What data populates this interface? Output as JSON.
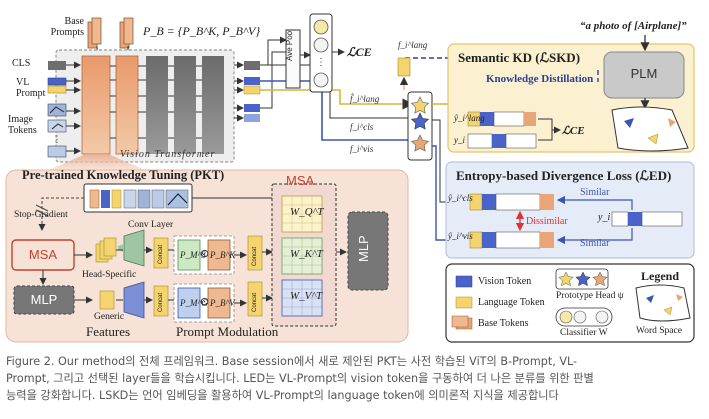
{
  "figure": {
    "base_prompts_label": "Base\nPrompts",
    "pb_formula": "P_B = {P_B^K, P_B^V}",
    "inputs": {
      "cls": "CLS",
      "vl_prompt": "VL\nPrompt",
      "image_tokens": "Image\nTokens"
    },
    "vision_transformer": "Vision Transformer",
    "ave_pool": "Ave Pool",
    "loss_ce": "ℒCE",
    "f_lang": "f_i^lang",
    "f_lang_hat": "f̂_i^lang",
    "f_cls": "f_i^cls",
    "f_vis": "f_i^vis",
    "semantic_kd": {
      "quote": "“a photo of [Airplane]”",
      "title": "Semantic KD (ℒSKD)",
      "plm": "PLM",
      "knowledge_distillation": "Knowledge Distillation",
      "y_hat_lang": "ŷ_i^lang",
      "y_i": "y_i",
      "loss_ce": "ℒCE"
    },
    "entropy": {
      "title": "Entropy-based Divergence Loss (ℒED)",
      "y_hat_cls": "ŷ_i^cls",
      "y_hat_vis": "ŷ_i^vis",
      "y_i": "y_i",
      "similar_top": "Similar",
      "similar_bottom": "Similar",
      "dissimilar": "Dissimilar"
    },
    "pkt": {
      "title": "Pre-trained Knowledge Tuning (PKT)",
      "stop_gradient": "Stop-Gradient",
      "msa": "MSA",
      "mlp": "MLP",
      "conv_layer": "Conv Layer",
      "head_specific": "Head-Specific",
      "generic": "Generic",
      "features": "Features",
      "prompt_modulation": "Prompt Modulation",
      "concat": "Concat",
      "pm_s": "P_M^S",
      "pb_k": "P_B^K",
      "pm_g": "P_M^G",
      "pb_v": "P_B^V",
      "msa_right": "MSA",
      "wq": "W_Q^T",
      "wk": "W_K^T",
      "wv": "W_V^T",
      "mlp_right": "MLP"
    },
    "legend": {
      "title": "Legend",
      "vision_token": "Vision Token",
      "language_token": "Language Token",
      "base_tokens": "Base Tokens",
      "prototype_head": "Prototype Head ψ",
      "classifier": "Classifier W",
      "word_space": "Word Space"
    }
  },
  "caption": {
    "line1": "Figure 2. Our method의 전체 프레임워크. Base session에서 새로 제안된 PKT는 사전 학습된 ViT의 B-Prompt, VL-",
    "line2": "Prompt, 그리고 선택된 layer들을 학습시킵니다. LED는 VL-Prompt의 vision token을 구동하여 더 나은 분류를 위한 판별",
    "line3": "능력을 강화합니다. LSKD는 언어 임베딩을 활용하여 VL-Prompt의 language token에 의미론적 지식을 제공합니다"
  },
  "colors": {
    "vision_token": "#4a63c9",
    "language_token": "#f3d46e",
    "base_token": "#e8a577",
    "kd_bg": "#fbf0cf",
    "ed_bg": "#e6ecf7",
    "pkt_bg": "#f6e2d6",
    "prompt_green": "#cde9c4",
    "loss_red": "#d33"
  }
}
